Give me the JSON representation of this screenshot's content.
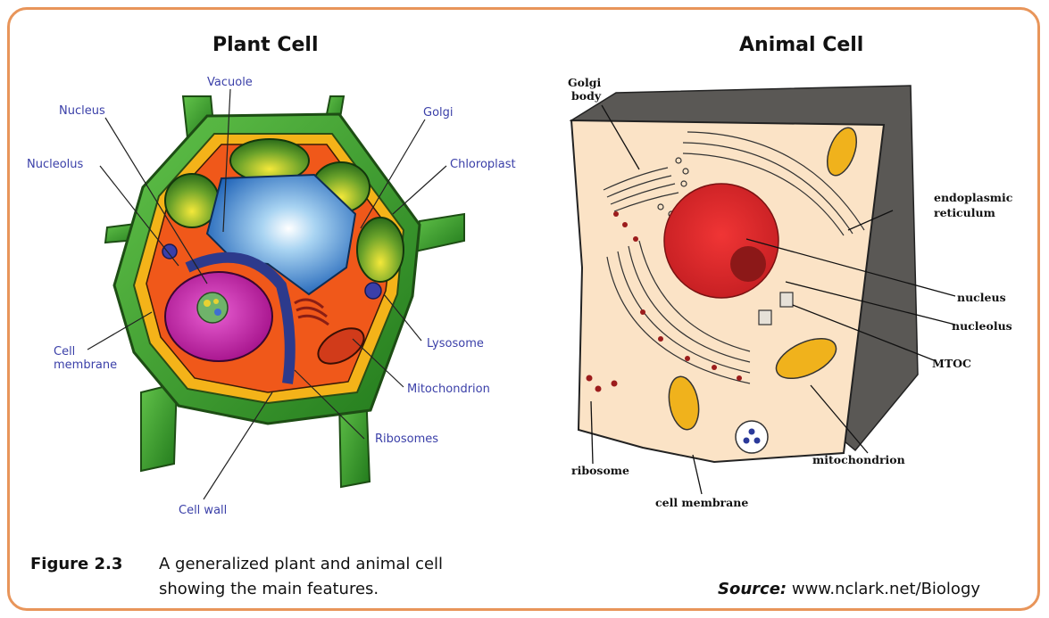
{
  "plant": {
    "title": "Plant Cell",
    "labels": {
      "vacuole": "Vacuole",
      "nucleus": "Nucleus",
      "golgi": "Golgi",
      "nucleolus": "Nucleolus",
      "chloroplast": "Chloroplast",
      "cell_membrane_1": "Cell",
      "cell_membrane_2": "membrane",
      "lysosome": "Lysosome",
      "mitochondrion": "Mitochondrion",
      "ribosomes": "Ribosomes",
      "cell_wall": "Cell wall"
    }
  },
  "animal": {
    "title": "Animal Cell",
    "labels": {
      "golgi_1": "Golgi",
      "golgi_2": "body",
      "er_1": "endoplasmic",
      "er_2": "reticulum",
      "nucleus": "nucleus",
      "nucleolus": "nucleolus",
      "mtoc": "MTOC",
      "mitochondrion": "mitochondrion",
      "ribosome": "ribosome",
      "cell_membrane": "cell membrane"
    }
  },
  "caption": {
    "figure_label": "Figure 2.3",
    "line1": "A generalized plant and animal cell",
    "line2": "showing the main features.",
    "source_label": "Source:",
    "source_url": "www.nclark.net/Biology"
  },
  "colors": {
    "frame": "#e8955a",
    "plant_label": "#3a3fa8",
    "cell_wall": "#3c9b2f",
    "cytoplasm": "#f0581a",
    "vacuole": "#2a73c8",
    "nucleus": "#c81fa6",
    "animal_cytoplasm": "#fbe3c6",
    "animal_nucleus": "#e23030",
    "animal_mito": "#f0b21c"
  }
}
